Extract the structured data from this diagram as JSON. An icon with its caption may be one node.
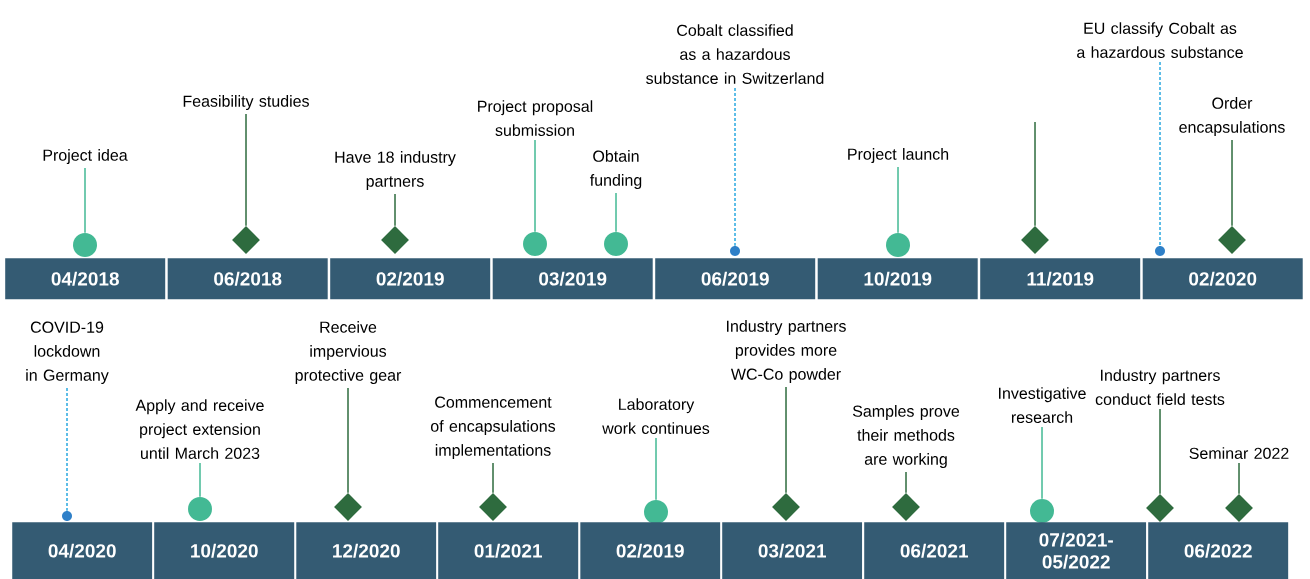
{
  "diagram": {
    "nodes": [
      {
        "text": [
          "Project idea"
        ]
      },
      {
        "text": [],
        "shape": "circle"
      },
      {
        "text": [
          "Feasibility studies"
        ]
      },
      {
        "text": [],
        "shape": "diamond"
      },
      {
        "text": [
          "Have 18 industry partners"
        ]
      },
      {
        "text": [],
        "shape": "diamond"
      },
      {
        "text": [
          "Project proposal submission"
        ]
      },
      {
        "text": [],
        "shape": "circle"
      },
      {
        "text": [
          "Obtain funding"
        ]
      },
      {
        "text": [],
        "shape": "circle"
      },
      {
        "text": [
          "Cobalt classified as a hazardous substance in Switzerland"
        ]
      },
      {
        "text": [],
        "shape": "circle"
      },
      {
        "text": [
          "Project launch"
        ]
      },
      {
        "text": [],
        "shape": "circle"
      },
      {
        "text": [],
        "shape": "diamond"
      },
      {
        "text": [
          "EU classify Cobalt as a hazardous substance"
        ]
      },
      {
        "text": [],
        "shape": "circle"
      },
      {
        "text": [
          "Order encapsulations"
        ]
      },
      {
        "text": [],
        "shape": "diamond"
      },
      {
        "text": [
          "04/2018"
        ]
      },
      {
        "text": [
          "06/2018"
        ]
      },
      {
        "text": [
          "02/2019"
        ]
      },
      {
        "text": [
          "03/2019"
        ]
      },
      {
        "text": [
          "06/2019"
        ]
      },
      {
        "text": [
          "10/2019"
        ]
      },
      {
        "text": [
          "11/2019"
        ]
      },
      {
        "text": [
          "02/2020"
        ]
      },
      {
        "text": [
          "COVID-19 lockdown in Germany"
        ]
      },
      {
        "text": [],
        "shape": "circle"
      },
      {
        "text": [
          "Apply and receive project extension until March 2023"
        ]
      },
      {
        "text": [],
        "shape": "circle"
      },
      {
        "text": [
          "Receive impervious protective gear"
        ]
      },
      {
        "text": [],
        "shape": "diamond"
      },
      {
        "text": [
          "Commencement of encapsulations implementations"
        ]
      },
      {
        "text": [],
        "shape": "diamond"
      },
      {
        "text": [
          "Laboratory work continues"
        ]
      },
      {
        "text": [],
        "shape": "circle"
      },
      {
        "text": [
          "Industry partners provides more WC-Co powder"
        ]
      },
      {
        "text": [],
        "shape": "diamond"
      },
      {
        "text": [
          "Samples prove their methods are working"
        ]
      },
      {
        "text": [],
        "shape": "diamond"
      },
      {
        "text": [
          "Investigative research"
        ]
      },
      {
        "text": [],
        "shape": "circle"
      },
      {
        "text": [
          "Industry partners conduct field tests"
        ]
      },
      {
        "text": [],
        "shape": "diamond"
      },
      {
        "text": [
          "Seminar 2022"
        ]
      },
      {
        "text": [],
        "shape": "diamond"
      },
      {
        "text": [
          "04/2020"
        ]
      },
      {
        "text": [
          "10/2020"
        ]
      },
      {
        "text": [
          "12/2020"
        ]
      },
      {
        "text": [
          "01/2021"
        ]
      },
      {
        "text": [
          "02/2019"
        ]
      },
      {
        "text": [
          "03/2021"
        ]
      },
      {
        "text": [
          "06/2021"
        ]
      },
      {
        "text": [
          "07/2021-05/2022"
        ]
      },
      {
        "text": [
          "06/2022"
        ]
      }
    ],
    "edges": [
      {
        "from": 0,
        "to": 1,
        "arrow": "none",
        "color": "#43b994"
      },
      {
        "from": 2,
        "to": 3,
        "arrow": "none"
      },
      {
        "from": 4,
        "to": 5,
        "arrow": "none"
      },
      {
        "from": 6,
        "to": 7,
        "arrow": "none",
        "color": "#43b994"
      },
      {
        "from": 8,
        "to": 9,
        "arrow": "none",
        "color": "#43b994"
      },
      {
        "from": 10,
        "to": 11,
        "arrow": "none",
        "style": "dashed",
        "color": "#29a8e0"
      },
      {
        "from": 12,
        "to": 13,
        "arrow": "none",
        "color": "#43b994"
      },
      {
        "from": null,
        "to": 14,
        "arrow": "none"
      },
      {
        "from": 15,
        "to": 16,
        "arrow": "none",
        "style": "dashed",
        "color": "#29a8e0"
      },
      {
        "from": 17,
        "to": 18,
        "arrow": "none"
      },
      {
        "from": 27,
        "to": 28,
        "arrow": "none",
        "style": "dashed",
        "color": "#29a8e0"
      },
      {
        "from": 29,
        "to": 30,
        "arrow": "none",
        "color": "#43b994"
      },
      {
        "from": 31,
        "to": 32,
        "arrow": "none"
      },
      {
        "from": 33,
        "to": 34,
        "arrow": "none"
      },
      {
        "from": 35,
        "to": 36,
        "arrow": "none",
        "color": "#43b994"
      },
      {
        "from": 37,
        "to": 38,
        "arrow": "none"
      },
      {
        "from": 39,
        "to": 40,
        "arrow": "none"
      },
      {
        "from": 41,
        "to": 42,
        "arrow": "none",
        "color": "#43b994"
      },
      {
        "from": 43,
        "to": 44,
        "arrow": "none"
      },
      {
        "from": 45,
        "to": 46,
        "arrow": "none"
      }
    ]
  }
}
